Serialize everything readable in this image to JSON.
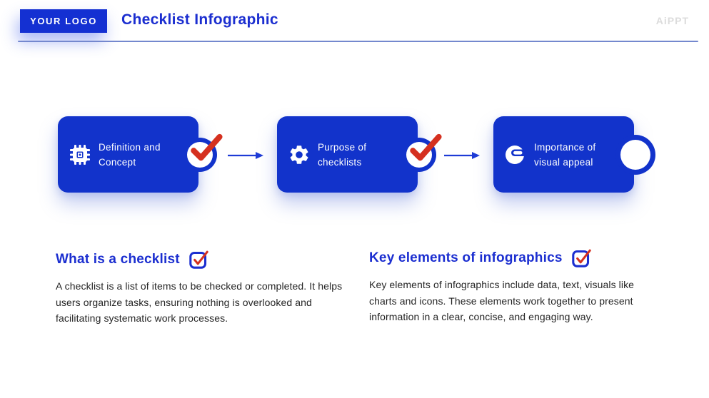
{
  "header": {
    "logo_text": "YOUR LOGO",
    "title": "Checklist Infographic",
    "watermark": "AiPPT"
  },
  "steps": [
    {
      "label": "Definition and Concept",
      "icon": "chip-icon",
      "checked": true
    },
    {
      "label": "Purpose of checklists",
      "icon": "gear-icon",
      "checked": true
    },
    {
      "label": "Importance of visual appeal",
      "icon": "visor-icon",
      "checked": false
    }
  ],
  "sections": [
    {
      "heading": "What is a checklist",
      "icon": "checkbox-check-icon",
      "body": "A checklist is a list of items to be checked or completed. It helps users organize tasks, ensuring nothing is overlooked and facilitating systematic work processes."
    },
    {
      "heading": "Key elements of infographics",
      "icon": "checkbox-check-icon",
      "body": "Key elements of infographics include data, text, visuals like charts and icons. These elements work together to present information in a clear, concise, and engaging way."
    }
  ],
  "colors": {
    "card_blue": "#1233cb",
    "accent_blue": "#1b2ed0",
    "check_red": "#d5301f",
    "divider_blue": "#7488ce",
    "watermark_gray": "#dcdcdc",
    "body_text": "#252525",
    "background": "#ffffff"
  }
}
